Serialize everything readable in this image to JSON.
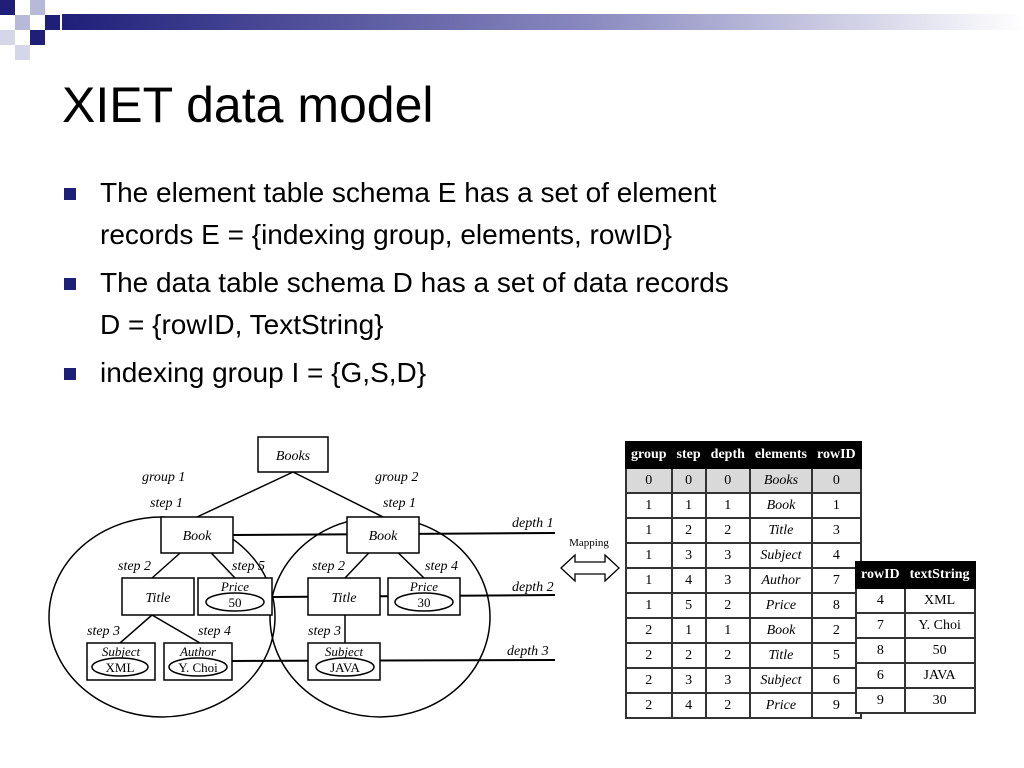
{
  "slide": {
    "title": "XIET data model",
    "bullets": [
      {
        "lines": [
          "The element table schema E has a set of element",
          "records E = {indexing group, elements, rowID}"
        ]
      },
      {
        "lines": [
          "The data table schema D has a set of data records",
          "D = {rowID, TextString}"
        ]
      },
      {
        "lines": [
          "indexing group I = {G,S,D}"
        ]
      }
    ]
  },
  "diagram": {
    "root": "Books",
    "group1_label": "group 1",
    "group2_label": "group 2",
    "step1_left": "step 1",
    "step1_right": "step 1",
    "book_left": "Book",
    "book_right": "Book",
    "step2_left": "step 2",
    "step5": "step 5",
    "step2_right": "step 2",
    "step4_right": "step 4",
    "title_left": "Title",
    "title_right": "Title",
    "price_left": "Price",
    "price_left_val": "50",
    "price_right": "Price",
    "price_right_val": "30",
    "step3_left": "step 3",
    "step4_left": "step 4",
    "step3_right": "step 3",
    "subject_left": "Subject",
    "subject_left_val": "XML",
    "author_left": "Author",
    "author_left_val": "Y. Choi",
    "subject_right": "Subject",
    "subject_right_val": "JAVA",
    "depth1": "depth 1",
    "depth2": "depth 2",
    "depth3": "depth 3",
    "mapping": "Mapping"
  },
  "element_table": {
    "headers": [
      "group",
      "step",
      "depth",
      "elements",
      "rowID"
    ],
    "rows": [
      [
        "0",
        "0",
        "0",
        "Books",
        "0"
      ],
      [
        "1",
        "1",
        "1",
        "Book",
        "1"
      ],
      [
        "1",
        "2",
        "2",
        "Title",
        "3"
      ],
      [
        "1",
        "3",
        "3",
        "Subject",
        "4"
      ],
      [
        "1",
        "4",
        "3",
        "Author",
        "7"
      ],
      [
        "1",
        "5",
        "2",
        "Price",
        "8"
      ],
      [
        "2",
        "1",
        "1",
        "Book",
        "2"
      ],
      [
        "2",
        "2",
        "2",
        "Title",
        "5"
      ],
      [
        "2",
        "3",
        "3",
        "Subject",
        "6"
      ],
      [
        "2",
        "4",
        "2",
        "Price",
        "9"
      ]
    ]
  },
  "data_table": {
    "headers": [
      "rowID",
      "textString"
    ],
    "rows": [
      [
        "4",
        "XML"
      ],
      [
        "7",
        "Y. Choi"
      ],
      [
        "8",
        "50"
      ],
      [
        "6",
        "JAVA"
      ],
      [
        "9",
        "30"
      ]
    ]
  },
  "colors": {
    "accent": "#1f1f7a",
    "accent_light": "#9a9ac8"
  }
}
